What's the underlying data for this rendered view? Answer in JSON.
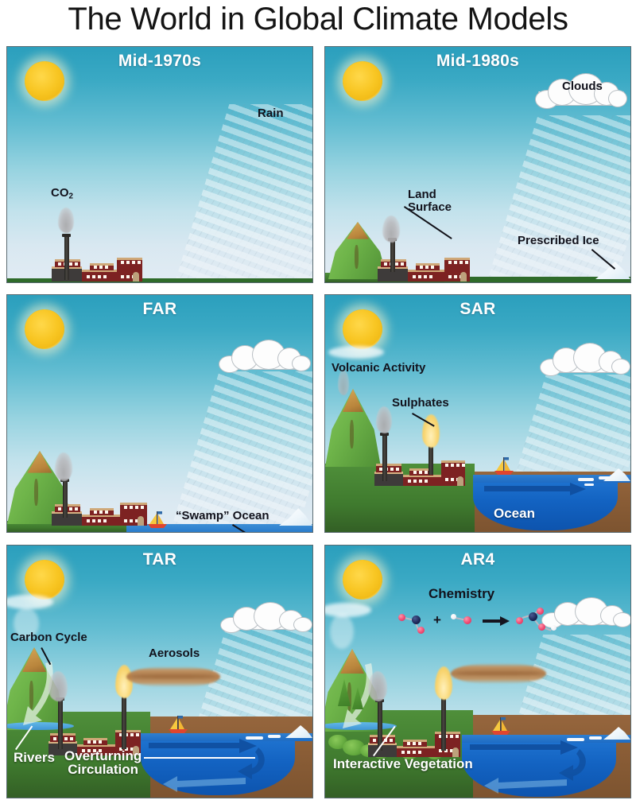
{
  "title": "The World in Global Climate Models",
  "panels": [
    {
      "id": "mid-1970s",
      "caption": "Mid-1970s",
      "labels": [
        {
          "key": "co2",
          "text": "CO2"
        },
        {
          "key": "rain",
          "text": "Rain"
        }
      ]
    },
    {
      "id": "mid-1980s",
      "caption": "Mid-1980s",
      "labels": [
        {
          "key": "clouds",
          "text": "Clouds"
        },
        {
          "key": "land_line1",
          "text": "Land"
        },
        {
          "key": "land_line2",
          "text": "Surface"
        },
        {
          "key": "prescribed_ice",
          "text": "Prescribed Ice"
        }
      ]
    },
    {
      "id": "far",
      "caption": "FAR",
      "labels": [
        {
          "key": "swamp_ocean",
          "text": "“Swamp” Ocean"
        }
      ]
    },
    {
      "id": "sar",
      "caption": "SAR",
      "labels": [
        {
          "key": "volcanic",
          "text": "Volcanic Activity"
        },
        {
          "key": "sulphates",
          "text": "Sulphates"
        },
        {
          "key": "ocean",
          "text": "Ocean"
        }
      ]
    },
    {
      "id": "tar",
      "caption": "TAR",
      "labels": [
        {
          "key": "carbon_line1",
          "text": "Carbon"
        },
        {
          "key": "carbon_line2",
          "text": "Cycle"
        },
        {
          "key": "aerosols",
          "text": "Aerosols"
        },
        {
          "key": "rivers",
          "text": "Rivers"
        },
        {
          "key": "over_line1",
          "text": "Overturning"
        },
        {
          "key": "over_line2",
          "text": "Circulation"
        }
      ]
    },
    {
      "id": "ar4",
      "caption": "AR4",
      "labels": [
        {
          "key": "chemistry",
          "text": "Chemistry"
        },
        {
          "key": "plus",
          "text": "+"
        },
        {
          "key": "vegetation",
          "text": "Interactive Vegetation"
        }
      ]
    }
  ],
  "colors": {
    "sky_top": "#2b9fbd",
    "sky_bottom": "#e2ecf4",
    "sun": "#f8c623",
    "ocean": "#1363c2",
    "earth": "#8a5d36",
    "grass": "#3f7a2e",
    "factory": "#7d2222",
    "aerosol": "#b07846",
    "cloud": "#fdfdfd",
    "panel_border": "#5b6b72",
    "title_text": "#141414",
    "caption_text": "#ffffff",
    "label_dark": "#0c0c14",
    "label_light": "#ffffff"
  }
}
